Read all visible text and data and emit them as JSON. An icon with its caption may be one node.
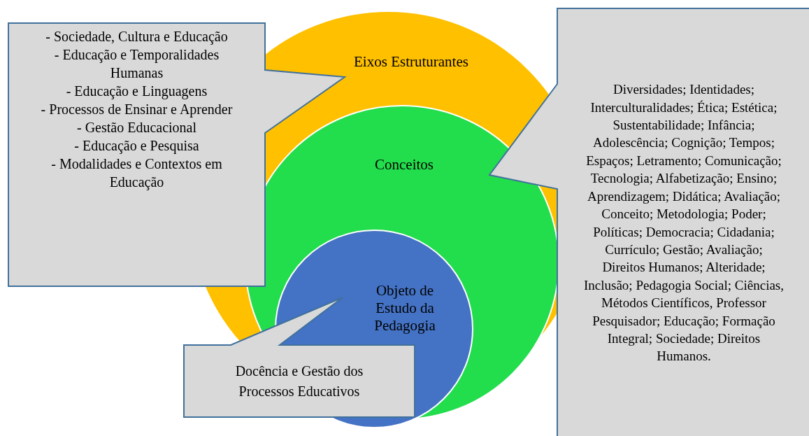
{
  "diagram": {
    "nodes": [
      {
        "text": [
          "Eixos Estruturantes"
        ]
      },
      {
        "text": [
          "Conceitos"
        ],
        "in": 0
      },
      {
        "text": [
          "Objeto de Estudo da Pedagogia"
        ],
        "in": 1
      },
      {
        "text": [
          "- Sociedade, Cultura e Educação",
          "- Educação e Temporalidades Humanas",
          "- Educação e Linguagens",
          "- Processos de Ensinar e Aprender",
          "- Gestão Educacional",
          "- Educação e Pesquisa",
          "- Modalidades e Contextos em Educação"
        ]
      },
      {
        "text": [
          "Diversidades; Identidades; Interculturalidades; Ética; Estética; Sustentabilidade; Infância; Adolescência; Cognição; Tempos; Espaços; Letramento; Comunicação; Tecnologia; Alfabetização; Ensino; Aprendizagem; Didática; Avaliação; Conceito; Metodologia; Poder; Políticas; Democracia; Cidadania; Currículo; Gestão; Avaliação; Direitos Humanos; Alteridade; Inclusão; Pedagogia Social; Ciências, Métodos Científicos, Professor Pesquisador; Educação; Formação Integral; Sociedade; Direitos Humanos."
        ]
      },
      {
        "text": [
          "Docência e Gestão dos Processos Educativos"
        ]
      }
    ]
  }
}
